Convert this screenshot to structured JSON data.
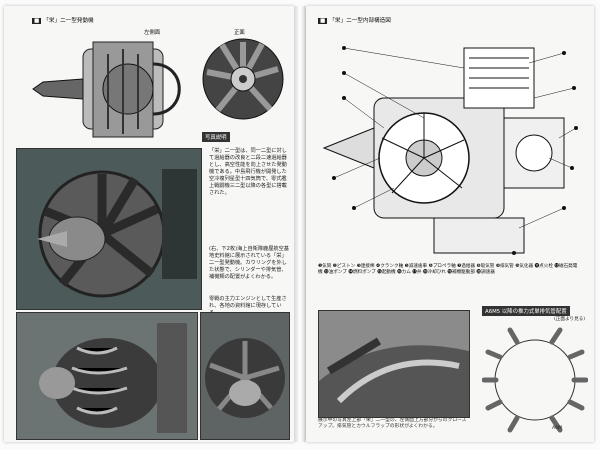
{
  "left_page": {
    "header": "「栄」二一型発動機",
    "view_left_label": "左側面",
    "view_front_label": "正面",
    "photo_caption_box": "写真説明",
    "body_text_1": "「栄」二一型は、同一二型に対して過給器の改良と二段二速過給器とし、高空性能を向上させた発動機である。中島飛行機が開発した空冷複列星型十四気筒で、零式艦上戦闘機三二型以降の各型に搭載された。",
    "body_text_2": "(右、下2枚)海上自衛隊鹿屋航空基地史料館に展示されている「栄」二一型発動機。カウリングを外した状態で、シリンダーや排気管、補機類の配置がよくわかる。",
    "body_text_3": "零戦の主力エンジンとして生産され、各地の資料館に現存している。"
  },
  "right_page": {
    "header": "「栄」二一型内部構造図",
    "legend": "❶気筒 ❷ピストン ❸連接棒 ❹クランク軸 ❺減速歯車 ❻プロペラ軸 ❼過給器 ❽吸気管 ❾排気管 ❿気化器 ⓫点火栓 ⓬磁石発電機 ⓭油ポンプ ⓮燃料ポンプ ⓯起動機 ⓰カム ⓱弁 ⓲冷却ひれ ⓳補機駆動部 ⓴調速器",
    "photo_caption": "展示中の写真左上部「栄」二一型の、左側面上方部分からのクローズアップ。排気管とカウルフラップの形状がよくわかる。",
    "diagram_title": "A6M5 以降の推力式単排気管配置",
    "diagram_note": "(正面より見る)",
    "diagram_corner": "A6M"
  }
}
